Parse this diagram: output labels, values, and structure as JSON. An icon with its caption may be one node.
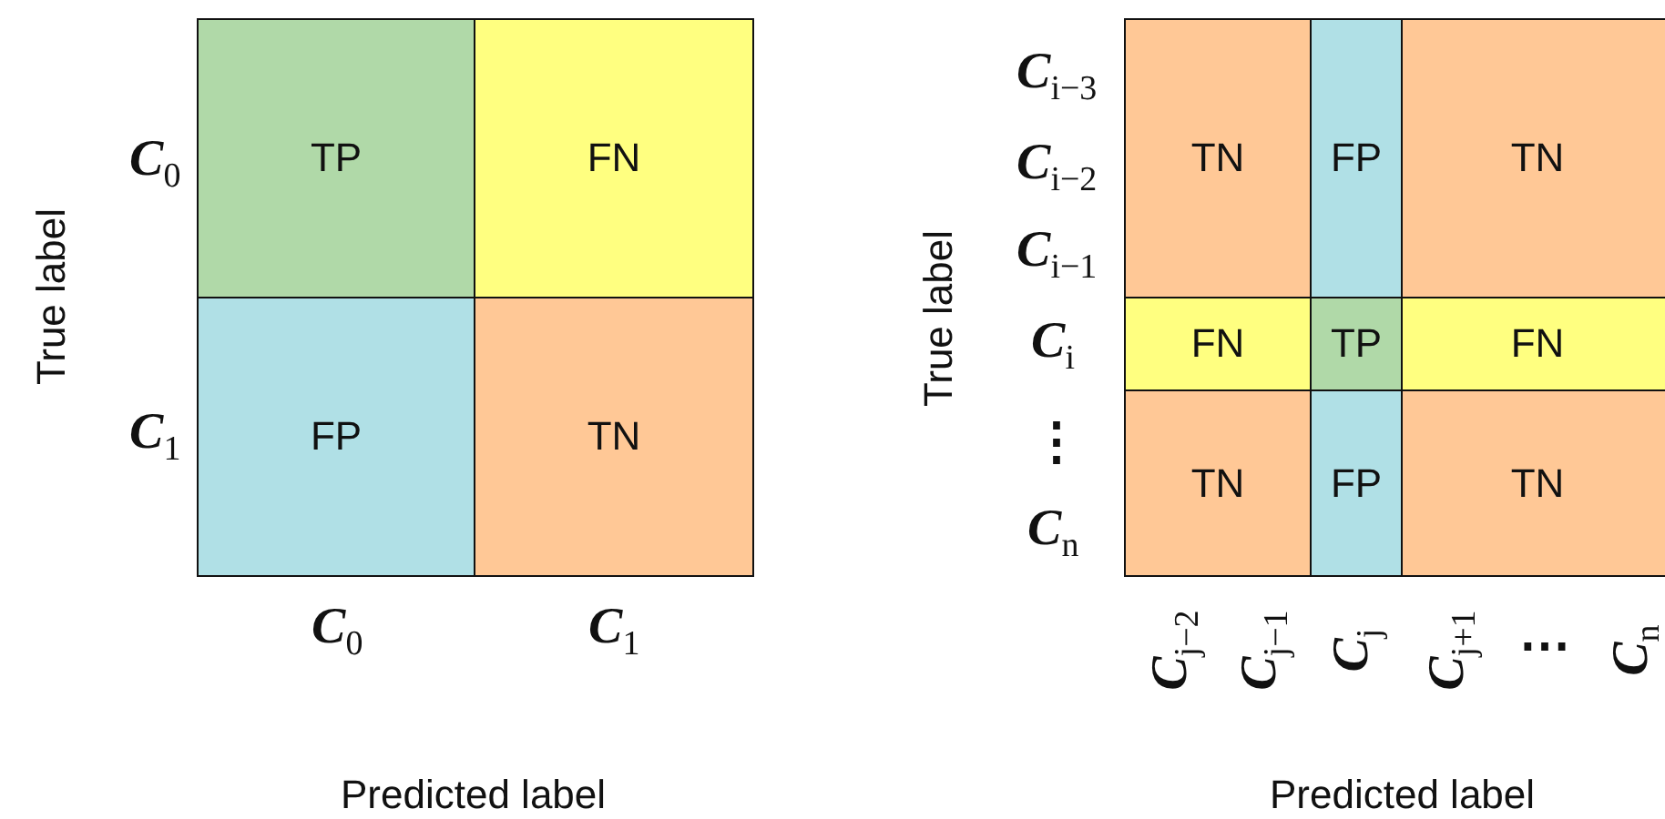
{
  "diagram": {
    "nodes": [
      {
        "text": [
          "TP"
        ]
      },
      {
        "text": [
          "FN"
        ]
      },
      {
        "text": [
          "FP"
        ]
      },
      {
        "text": [
          "TN"
        ]
      },
      {
        "text": [
          "TN"
        ]
      },
      {
        "text": [
          "FP"
        ]
      },
      {
        "text": [
          "TN"
        ]
      },
      {
        "text": [
          "FN"
        ]
      },
      {
        "text": [
          "TP"
        ]
      },
      {
        "text": [
          "FN"
        ]
      },
      {
        "text": [
          "TN"
        ]
      },
      {
        "text": [
          "FP"
        ]
      },
      {
        "text": [
          "TN"
        ]
      }
    ],
    "labels": [
      "True label",
      "*C*$_{0}$",
      "*C*$_{1}$",
      "*C*$_{0}$",
      "*C*$_{1}$",
      "Predicted label",
      "True label",
      "*C*$_{i−3}$",
      "*C*$_{i−2}$",
      "*C*$_{i−1}$",
      "*C*$_{i}$",
      "⋮",
      "*C*$_{n}$",
      "*C*$_{j−2}$",
      "*C*$_{j−1}$",
      "*C*$_{j}$",
      "*C*$_{j+1}$",
      "⋯",
      "*C*$_{n}$",
      "Predicted label"
    ]
  }
}
